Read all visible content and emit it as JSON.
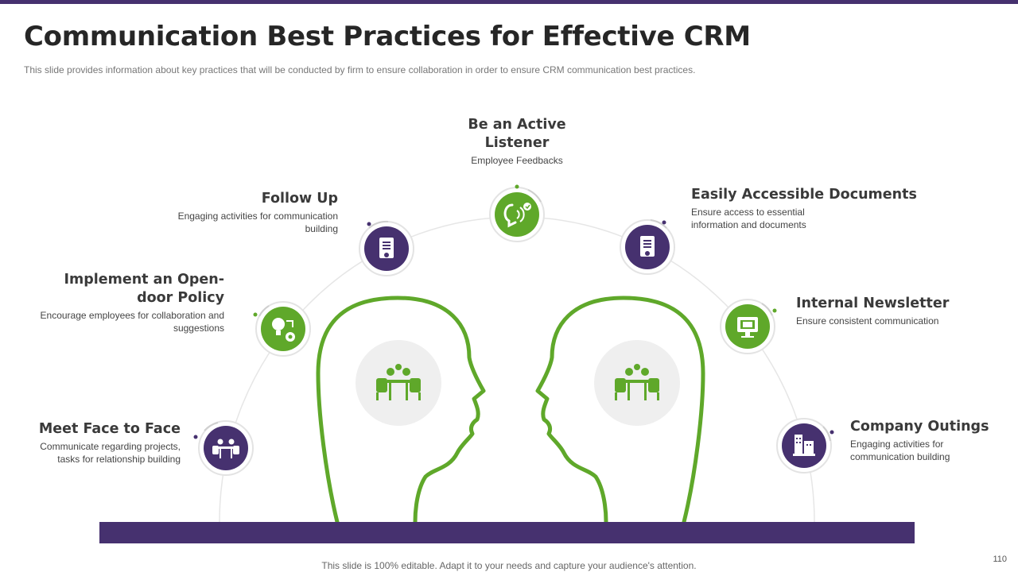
{
  "slide": {
    "title": "Communication Best Practices for Effective CRM",
    "subtitle": "This slide provides  information  about  key practices that will  be conducted  by firm  to  ensure  collaboration  in  order  to ensure  CRM  communication  best practices.",
    "footer": "This slide is 100% editable. Adapt it to your needs and capture your audience's attention.",
    "page_number": "110"
  },
  "colors": {
    "purple": "#46316f",
    "green": "#5fa82a",
    "ring_gray": "#e3e3e3",
    "head_fill": "#efefef"
  },
  "practices": [
    {
      "title": "Meet Face to Face",
      "desc_line1": "Communicate regarding projects,",
      "desc_line2": "tasks for relationship building",
      "icon": "meeting-icon",
      "color": "purple"
    },
    {
      "title_line1": "Implement an Open-",
      "title_line2": "door Policy",
      "desc_line1": "Encourage employees for collaboration and",
      "desc_line2": "suggestions",
      "icon": "idea-gear-icon",
      "color": "green"
    },
    {
      "title": "Follow Up",
      "desc_line1": "Engaging activities for communication",
      "desc_line2": "building",
      "icon": "document-icon",
      "color": "purple"
    },
    {
      "title_line1": "Be an Active",
      "title_line2": "Listener",
      "desc": "Employee Feedbacks",
      "icon": "listening-icon",
      "color": "green"
    },
    {
      "title": "Easily Accessible Documents",
      "desc_line1": "Ensure access to essential",
      "desc_line2": "information and documents",
      "icon": "document-icon",
      "color": "purple"
    },
    {
      "title": "Internal Newsletter",
      "desc": "Ensure consistent communication",
      "icon": "monitor-newsletter-icon",
      "color": "green"
    },
    {
      "title": "Company Outings",
      "desc_line1": "Engaging activities for",
      "desc_line2": "communication building",
      "icon": "building-icon",
      "color": "purple"
    }
  ],
  "heads": [
    {
      "icon": "meeting-icon"
    },
    {
      "icon": "meeting-icon"
    }
  ]
}
